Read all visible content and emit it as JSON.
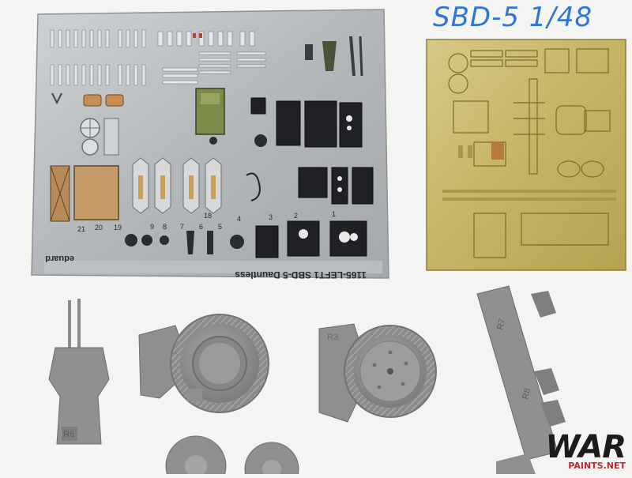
{
  "photo": {
    "title": "SBD-5 1/48",
    "watermark": {
      "main": "WAR",
      "sub": "PAINTS.NET"
    }
  },
  "fret": {
    "brand": "eduard",
    "part_number": "1165-LEFT1 SBD-5 Dauntless",
    "numbers": [
      "21",
      "20",
      "19",
      "18",
      "9",
      "8",
      "7",
      "6",
      "5",
      "4",
      "3",
      "2",
      "1"
    ]
  },
  "resin": {
    "labels": [
      "R6",
      "R7",
      "R8",
      "R3"
    ]
  },
  "colors": {
    "background": "#f4f4f2",
    "steel": "#b9bcbf",
    "brass": "#c9b96a",
    "resin_grey": "#8e9090",
    "title_blue": "#2f76d8",
    "watermark_red": "#c0272d"
  }
}
